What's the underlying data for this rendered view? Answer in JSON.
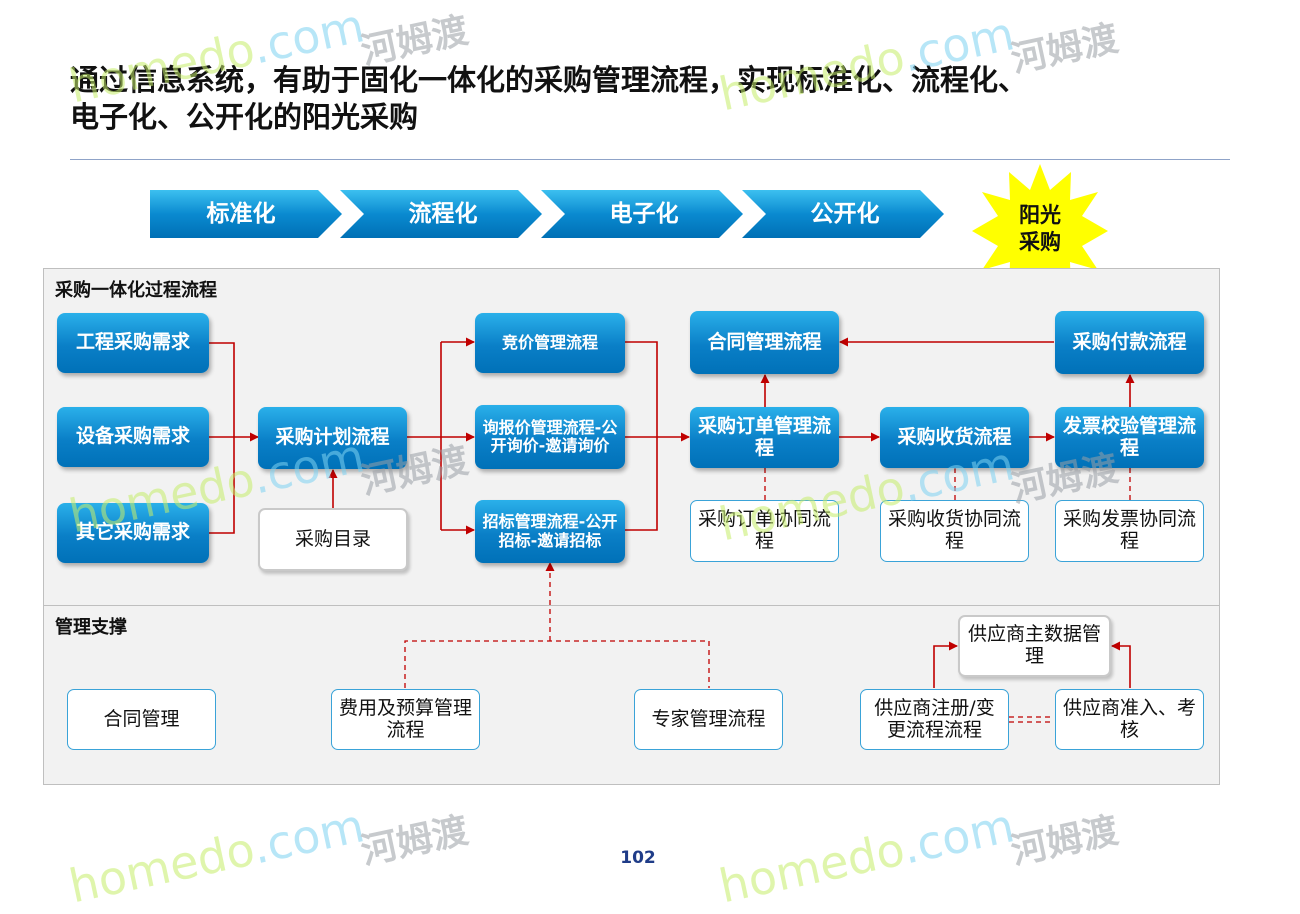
{
  "title": "通过信息系统，有助于固化一体化的采购管理流程，实现标准化、流程化、电子化、公开化的阳光采购",
  "chevrons": [
    "标准化",
    "流程化",
    "电子化",
    "公开化"
  ],
  "star": {
    "line1": "阳光",
    "line2": "采购"
  },
  "sections": {
    "process": "采购一体化过程流程",
    "support": "管理支撑"
  },
  "nodes": {
    "engineering_demand": "工程采购需求",
    "equipment_demand": "设备采购需求",
    "other_demand": "其它采购需求",
    "purchase_plan": "采购计划流程",
    "catalog": "采购目录",
    "bidding_price": "竞价管理流程",
    "inquiry": "询报价管理流程-公开询价-邀请询价",
    "tender": "招标管理流程-公开招标-邀请招标",
    "contract_flow": "合同管理流程",
    "order": "采购订单管理流程",
    "order_collab": "采购订单协同流程",
    "receiving": "采购收货流程",
    "receiving_collab": "采购收货协同流程",
    "payment": "采购付款流程",
    "invoice_check": "发票校验管理流程",
    "invoice_collab": "采购发票协同流程",
    "contract_mgmt": "合同管理",
    "budget": "费用及预算管理流程",
    "expert": "专家管理流程",
    "supplier_master": "供应商主数据管理",
    "supplier_register": "供应商注册/变更流程流程",
    "supplier_access": "供应商准入、考核"
  },
  "page_number": "102",
  "watermark": {
    "latin": "homedo",
    "domain": ".com",
    "cn": "河姆渡"
  },
  "colors": {
    "accent_blue": "#0a7fc7",
    "arrow_red": "#c00000",
    "star_yellow": "#ffff00"
  }
}
